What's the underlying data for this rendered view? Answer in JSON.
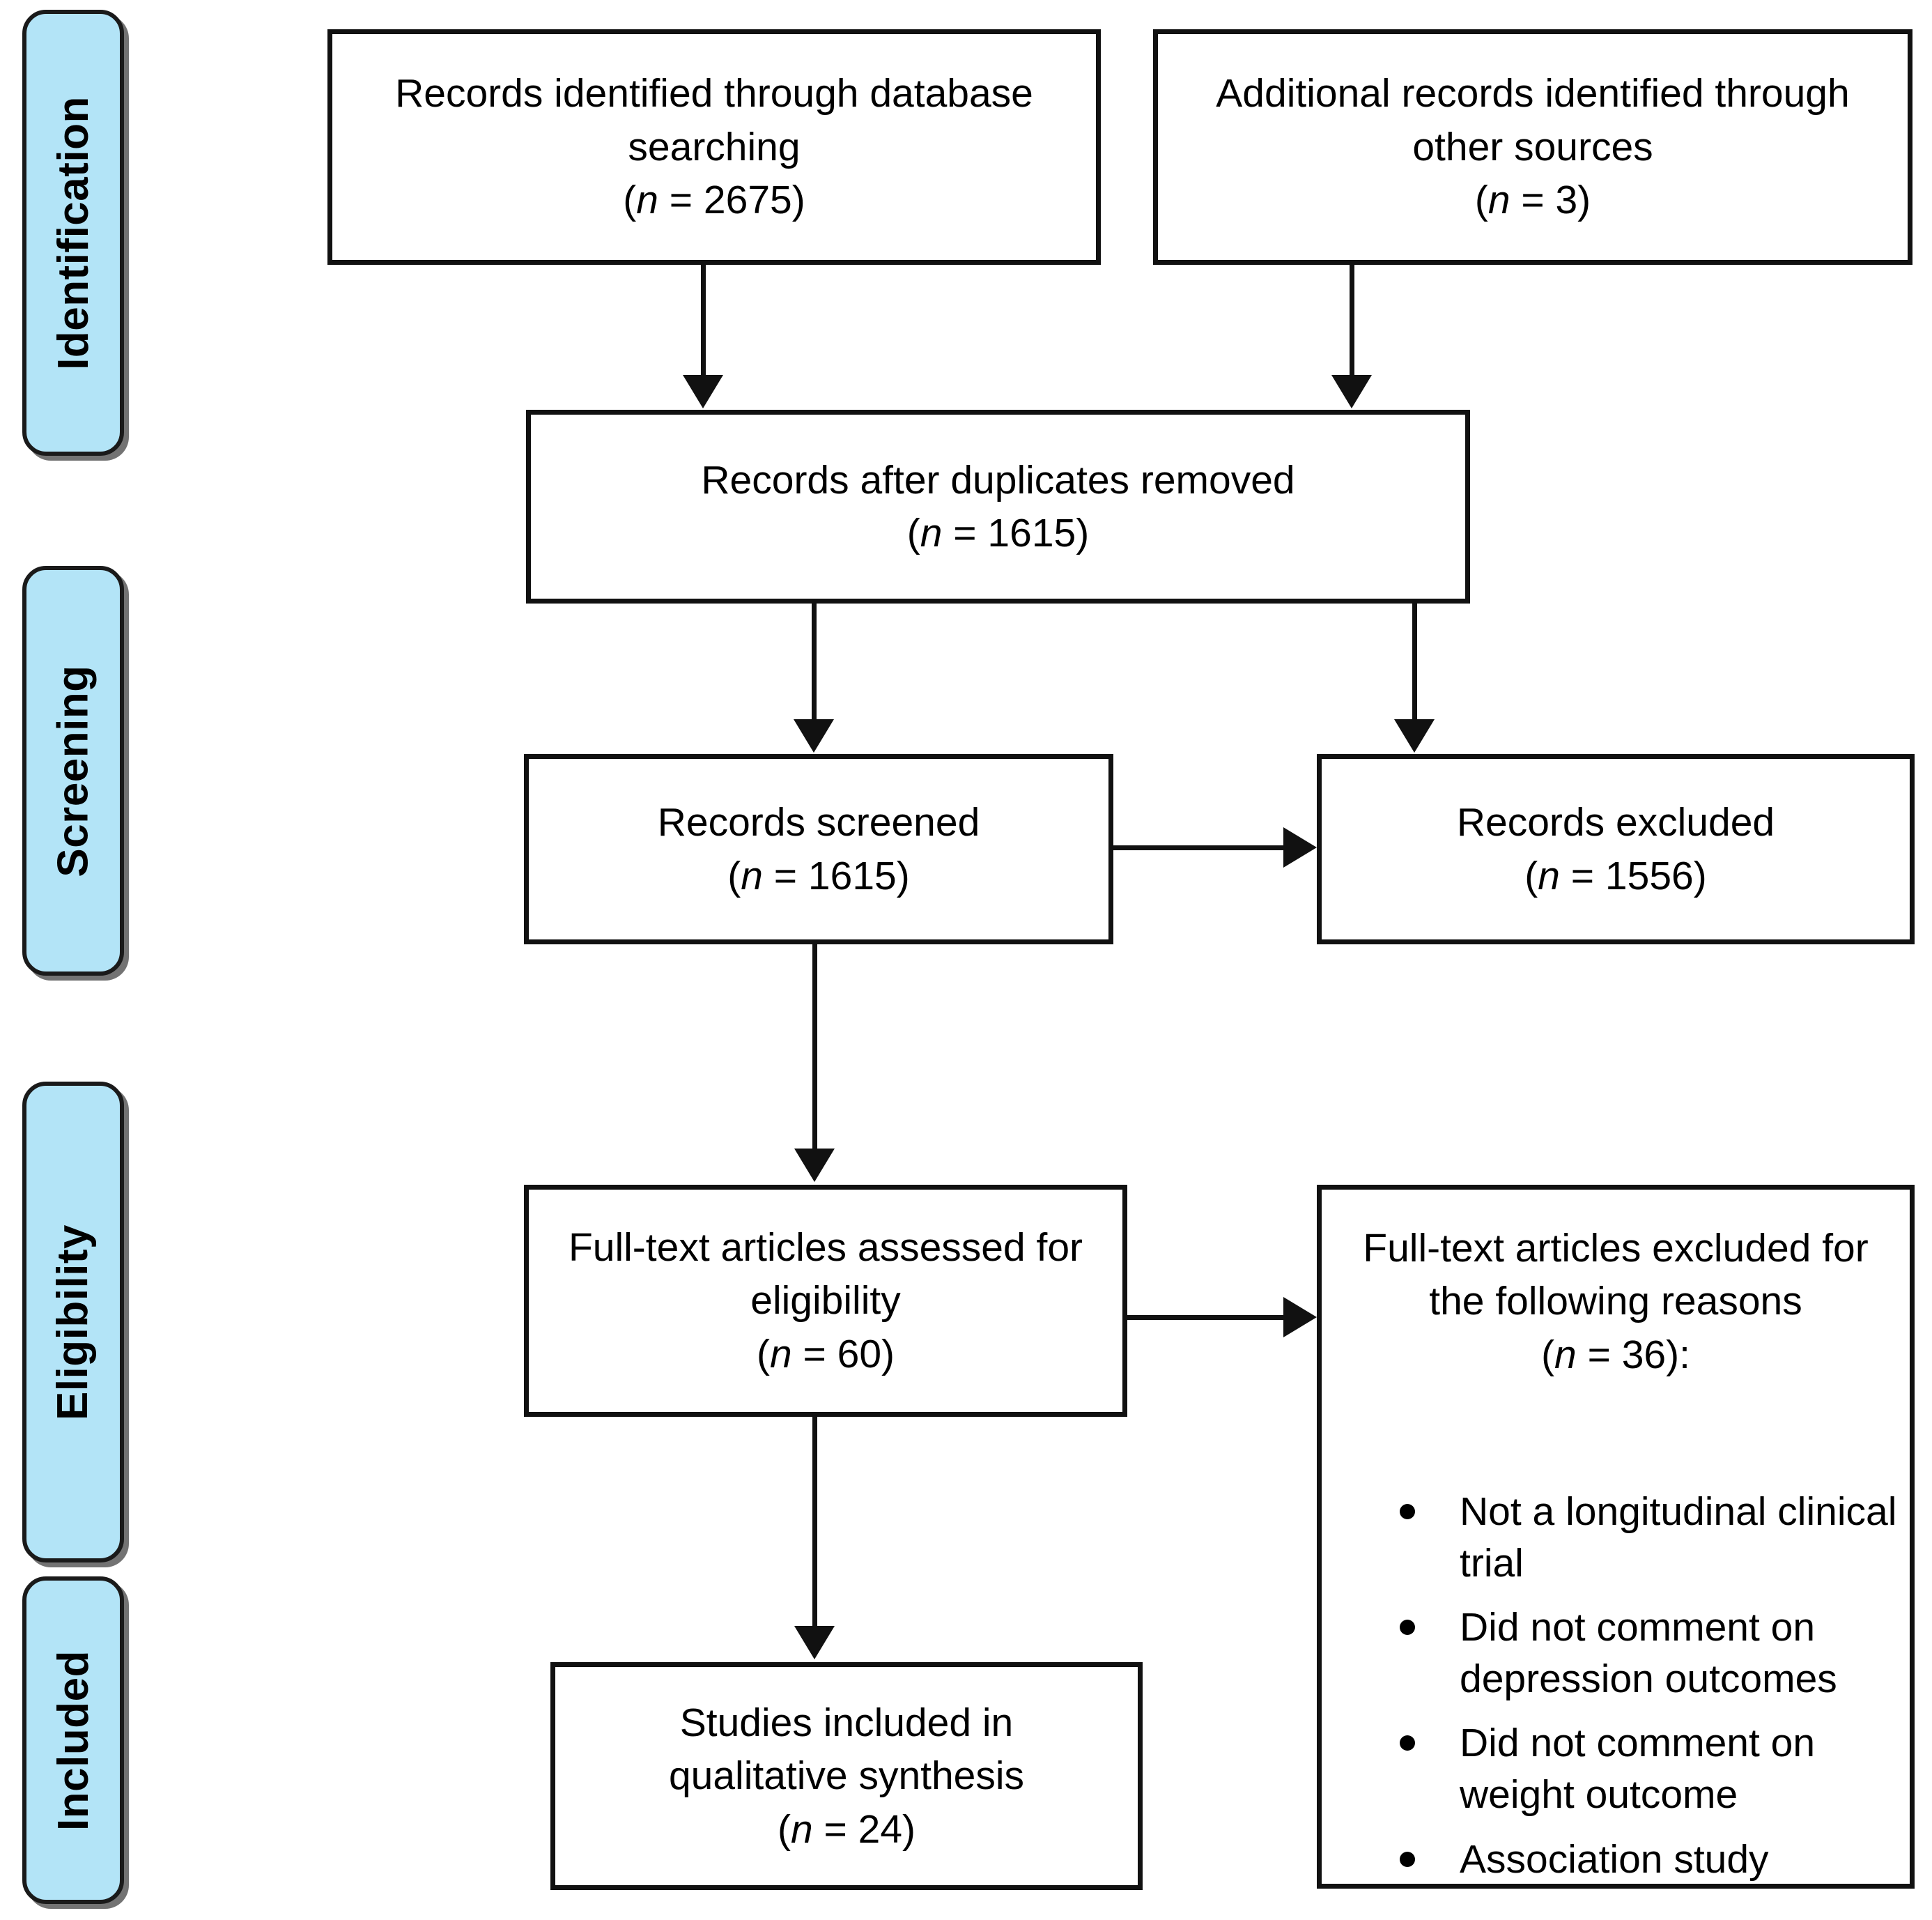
{
  "diagram": {
    "title": "PRISMA flow diagram",
    "accent_color": "#B3E4F7",
    "line_color": "#111111",
    "background_color": "#FFFFFF"
  },
  "stages": [
    {
      "label": "Identification"
    },
    {
      "label": "Screening"
    },
    {
      "label": "Eligibility"
    },
    {
      "label": "Included"
    }
  ],
  "boxes": {
    "db_search": {
      "line1": "Records identified through database",
      "line2": "searching",
      "count_prefix": "(",
      "count_n": "n",
      "count_value": " = 2675)"
    },
    "other_sources": {
      "line1": "Additional records identified through",
      "line2": "other sources",
      "count_prefix": "(",
      "count_n": "n",
      "count_value": " = 3)"
    },
    "duplicates_removed": {
      "line1": "Records after duplicates removed",
      "count_prefix": "(",
      "count_n": "n",
      "count_value": " = 1615)"
    },
    "records_screened": {
      "line1": "Records screened",
      "count_prefix": "(",
      "count_n": "n",
      "count_value": " = 1615)"
    },
    "records_excluded": {
      "line1": "Records excluded",
      "count_prefix": "(",
      "count_n": "n",
      "count_value": " = 1556)"
    },
    "fulltext_assessed": {
      "line1": "Full-text articles assessed for",
      "line2": "eligibility",
      "count_prefix": "(",
      "count_n": "n",
      "count_value": " = 60)"
    },
    "fulltext_excluded": {
      "line1": "Full-text articles excluded for",
      "line2": "the following reasons",
      "count_prefix": "(",
      "count_n": "n",
      "count_value": " = 36):",
      "reasons": [
        "Not a longitudinal clinical trial",
        "Did not comment on depression outcomes",
        "Did not comment on weight outcome",
        "Association study"
      ]
    },
    "studies_included": {
      "line1": "Studies included in",
      "line2": "qualitative synthesis",
      "count_prefix": "(",
      "count_n": "n",
      "count_value": " = 24)"
    }
  }
}
